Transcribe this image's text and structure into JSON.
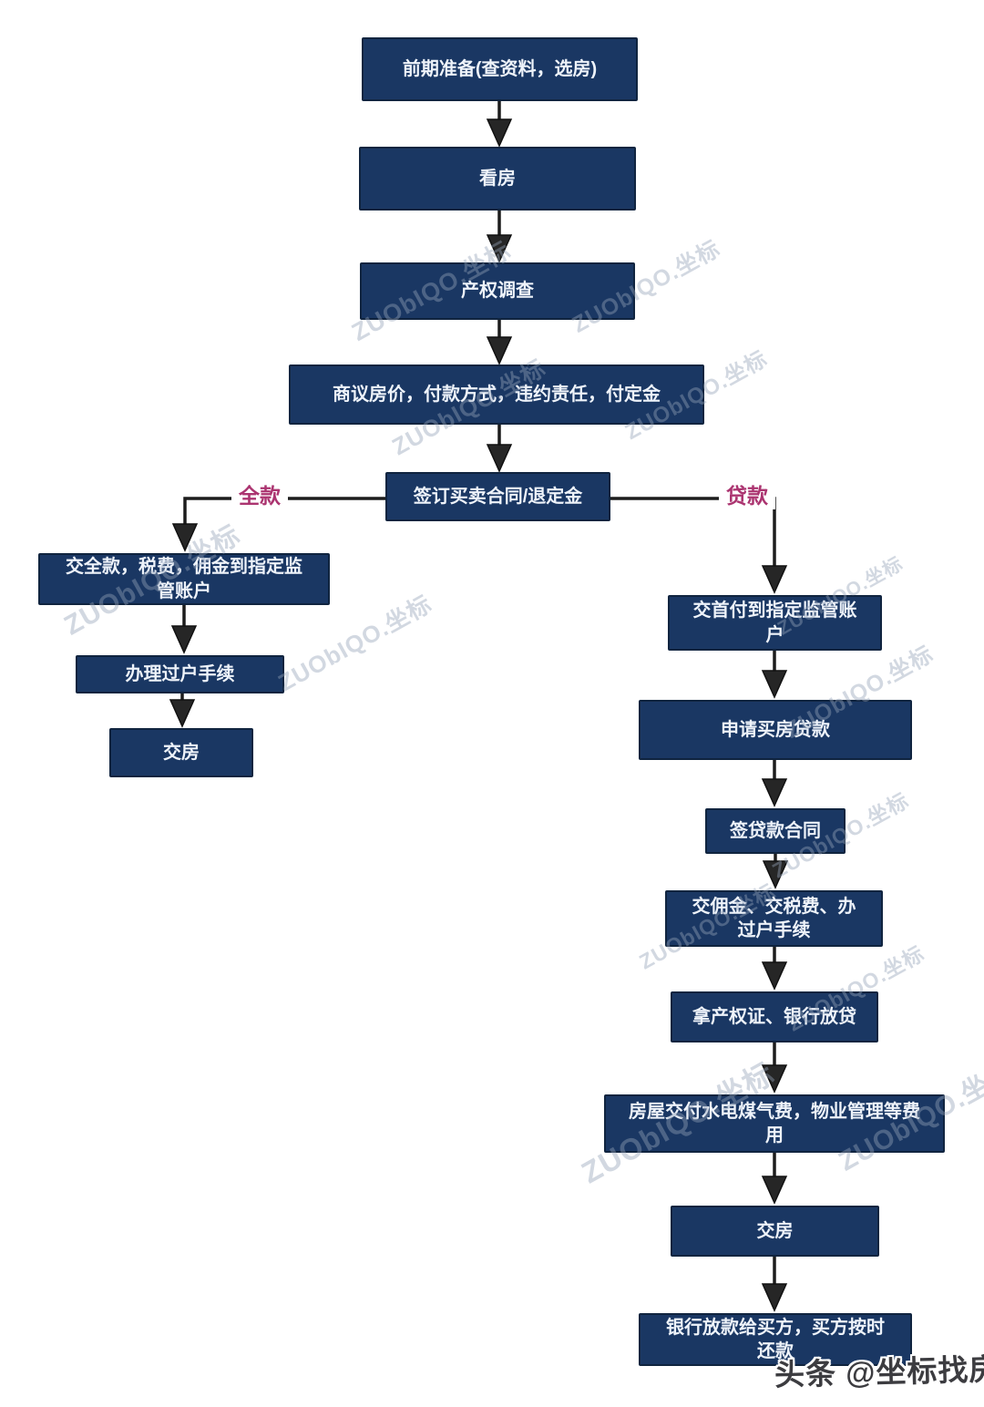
{
  "watermark": {
    "text": "ZUObIQO.坐标"
  },
  "credit": {
    "text": "头条 @坐标找房"
  },
  "diagram": {
    "branch_labels": {
      "left": "全款",
      "right": "贷款"
    },
    "colors": {
      "node_fill": "#1a3763",
      "node_border": "#10243f",
      "node_text": "#eef3fa",
      "arrow": "#1c1c1c",
      "branch_label": "#ab3470",
      "watermark": "#94a3b8",
      "credit_text": "#3c3c40"
    },
    "nodes": [
      {
        "name": "prep",
        "label": "前期准备(查资料，选房)"
      },
      {
        "name": "view-house",
        "label": "看房"
      },
      {
        "name": "title-search",
        "label": "产权调查"
      },
      {
        "name": "negotiate",
        "label": "商议房价，付款方式，违约责任，付定金"
      },
      {
        "name": "sign-contract",
        "label": "签订买卖合同/退定金"
      },
      {
        "name": "pay-full",
        "label": "交全款，税费，佣金到指定监\n管账户"
      },
      {
        "name": "transfer",
        "label": "办理过户手续"
      },
      {
        "name": "handover-left",
        "label": "交房"
      },
      {
        "name": "pay-downpayment",
        "label": "交首付到指定监管账\n户"
      },
      {
        "name": "apply-loan",
        "label": "申请买房贷款"
      },
      {
        "name": "sign-loan-contract",
        "label": "签贷款合同"
      },
      {
        "name": "fees-and-transfer",
        "label": "交佣金、交税费、办\n过户手续"
      },
      {
        "name": "cert-and-lending",
        "label": "拿产权证、银行放贷"
      },
      {
        "name": "delivery-fees",
        "label": "房屋交付水电煤气费，物业管理等费\n用"
      },
      {
        "name": "handover-right",
        "label": "交房"
      },
      {
        "name": "bank-disburse-repay",
        "label": "银行放款给买方，买方按时\n还款"
      }
    ]
  }
}
